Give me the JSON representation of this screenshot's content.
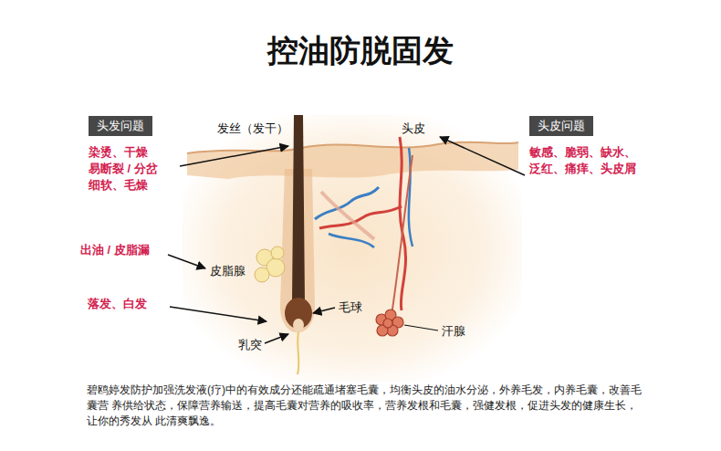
{
  "diagram": {
    "title": "控油防脱固发",
    "caption": "碧鸥婷发防护加强洗发液(疗)中的有效成分还能疏通堵塞毛囊，均衡头皮的油水分泌，外养毛发，内养毛囊，改善毛囊营 养供给状态，保障营养输送，提高毛囊对营养的吸收率，营养发根和毛囊，强健发根，促进头发的健康生长，让你的秀发从 此清爽飘逸。",
    "nodes": [
      {
        "text": [
          "头发问题",
          "染烫、干燥 易断裂 / 分岔 细软、毛燥"
        ]
      },
      {
        "text": [
          "头皮问题",
          "敏感、脆弱、缺水、 泛红、痛痒、头皮屑"
        ]
      }
    ],
    "labels": [
      "发丝（发干）",
      "头皮",
      "出油 / 皮脂漏",
      "皮脂腺",
      "落发、白发",
      "毛球",
      "乳突",
      "汗腺"
    ]
  }
}
